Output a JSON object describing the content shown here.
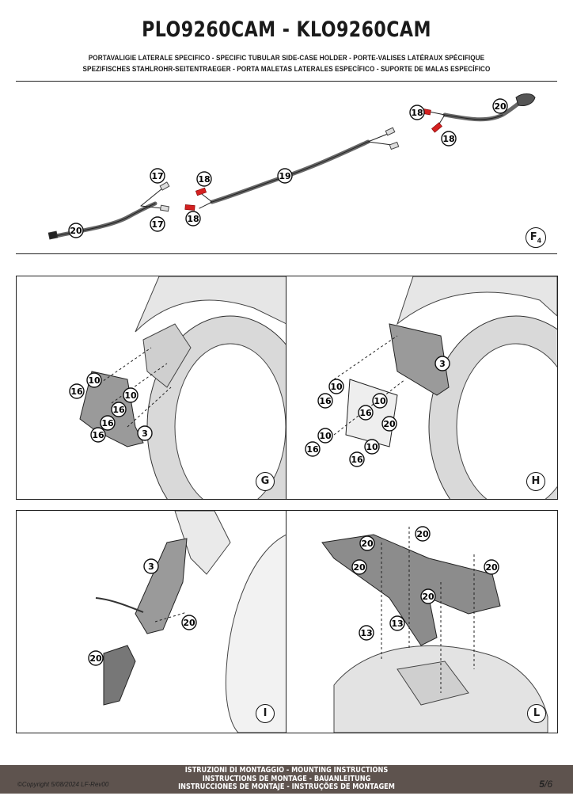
{
  "header": {
    "title": "PLO9260CAM - KLO9260CAM",
    "subtitle_line1": "PORTAVALIGIE LATERALE SPECIFICO  -  SPECIFIC TUBULAR SIDE-CASE HOLDER  - PORTE-VALISES LATÉRAUX SPÉCIFIQUE",
    "subtitle_line2": "SPEZIFISCHES STAHLROHR-SEITENTRAEGER - PORTA MALETAS LATERALES ESPECÍFICO - SUPORTE DE MALAS ESPECÍFICO"
  },
  "figure_f4": {
    "label": "F",
    "label_sub": "4",
    "callouts": [
      "17",
      "17",
      "18",
      "18",
      "18",
      "18",
      "19",
      "20",
      "20"
    ]
  },
  "panels": {
    "g": {
      "letter": "G",
      "callouts": [
        "16",
        "10",
        "16",
        "10",
        "16",
        "16",
        "3"
      ]
    },
    "h": {
      "letter": "H",
      "callouts": [
        "3",
        "10",
        "16",
        "10",
        "16",
        "20",
        "10",
        "16",
        "10",
        "16"
      ]
    },
    "i": {
      "letter": "I",
      "callouts": [
        "3",
        "20",
        "20"
      ]
    },
    "l": {
      "letter": "L",
      "callouts": [
        "20",
        "20",
        "20",
        "20",
        "20",
        "13",
        "13"
      ]
    }
  },
  "footer": {
    "line1": "ISTRUZIONI DI MONTAGGIO  -  MOUNTING INSTRUCTIONS",
    "line2": "INSTRUCTIONS DE MONTAGE - BAUANLEITUNG",
    "line3": "INSTRUCCIONES DE MONTAJE - INSTRUÇÕES DE MONTAGEM",
    "copyright": "©Copyright 5/08/2024 LF-Rev00",
    "page_current": "5",
    "page_total": "/6"
  },
  "colors": {
    "footer_bg": "#5e534e",
    "connector_red": "#d42020",
    "drawing_gray": "#555555"
  }
}
